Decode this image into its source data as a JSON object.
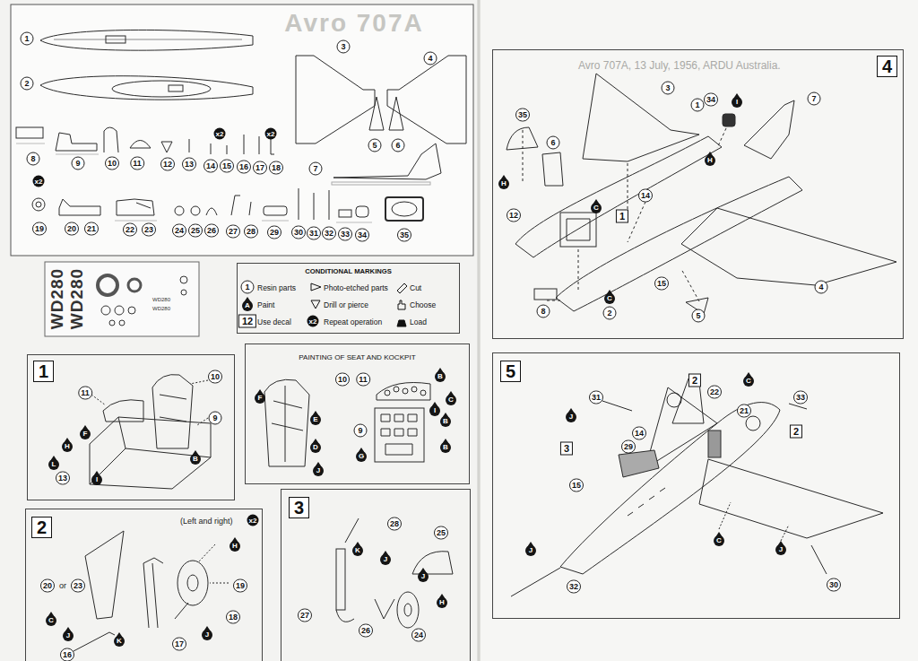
{
  "diagram": {
    "nodes": [
      {
        "text": [
          "CONDITIONAL MARKINGS"
        ]
      },
      {
        "text": [
          "1"
        ]
      },
      {
        "text": [
          "PAINTING OF SEAT AND KOCKPIT"
        ]
      },
      {
        "text": [
          "2",
          "(Left and right)"
        ]
      },
      {
        "text": [
          "3"
        ]
      },
      {
        "text": [
          "4",
          "Avro 707A, 13 July, 1956, ARDU Australia."
        ]
      },
      {
        "text": [
          "5"
        ]
      }
    ],
    "labels": [
      "Avro 707A",
      "1",
      "2",
      "3",
      "4",
      "5",
      "6",
      "7",
      "x2",
      "x2",
      "8",
      "9",
      "10",
      "11",
      "12",
      "13",
      "14",
      "15",
      "16",
      "17",
      "18",
      "x2",
      "19",
      "20",
      "21",
      "22",
      "23",
      "24",
      "25",
      "26",
      "27",
      "28",
      "29",
      "30",
      "31",
      "32",
      "33",
      "34",
      "35",
      "WD280",
      "WD280",
      "WD280",
      "WD280",
      "1",
      "A",
      "12",
      "x2",
      "10",
      "11",
      "9",
      "F",
      "H",
      "B",
      "L",
      "13",
      "I",
      "10",
      "11",
      "B",
      "C",
      "F",
      "I",
      "E",
      "9",
      "B",
      "D",
      "B",
      "G",
      "J",
      "x2",
      "H",
      "20",
      "or",
      "23",
      "19",
      "C",
      "18",
      "J",
      "J",
      "K",
      "17",
      "16",
      "28",
      "25",
      "K",
      "J",
      "J",
      "H",
      "27",
      "26",
      "24",
      "3",
      "34",
      "I",
      "7",
      "1",
      "35",
      "6",
      "H",
      "H",
      "14",
      "C",
      "1",
      "12",
      "15",
      "4",
      "C",
      "8",
      "2",
      "5",
      "2",
      "C",
      "22",
      "31",
      "33",
      "21",
      "J",
      "2",
      "14",
      "29",
      "3",
      "15",
      "C",
      "J",
      "J",
      "32",
      "30"
    ],
    "legend": [
      {
        "text": "Resin parts"
      },
      {
        "text": "Photo-etched parts"
      },
      {
        "text": "Cut"
      },
      {
        "text": "Paint"
      },
      {
        "text": "Drill or pierce"
      },
      {
        "text": "Choose"
      },
      {
        "text": "Use decal"
      },
      {
        "text": "Repeat operation"
      },
      {
        "text": "Load"
      }
    ]
  }
}
